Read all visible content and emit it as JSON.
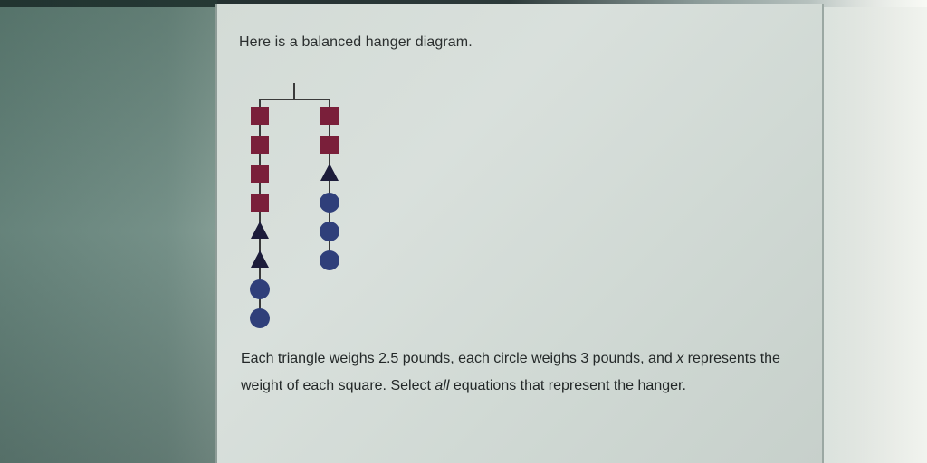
{
  "question": {
    "intro": "Here is a balanced hanger diagram.",
    "description_parts": [
      "Each triangle weighs 2.5 pounds, each circle weighs 3 pounds, and ",
      "x",
      " represents the weight of each square. Select ",
      "all",
      " equations that represent the hanger."
    ]
  },
  "hanger": {
    "left_side": [
      "square",
      "square",
      "square",
      "square",
      "triangle",
      "triangle",
      "circle",
      "circle"
    ],
    "right_side": [
      "square",
      "square",
      "triangle",
      "circle",
      "circle",
      "circle"
    ],
    "colors": {
      "frame": "#3a3a3a",
      "square": "#7a1f3a",
      "triangle": "#1c1c3a",
      "circle": "#2f3f7a"
    }
  }
}
